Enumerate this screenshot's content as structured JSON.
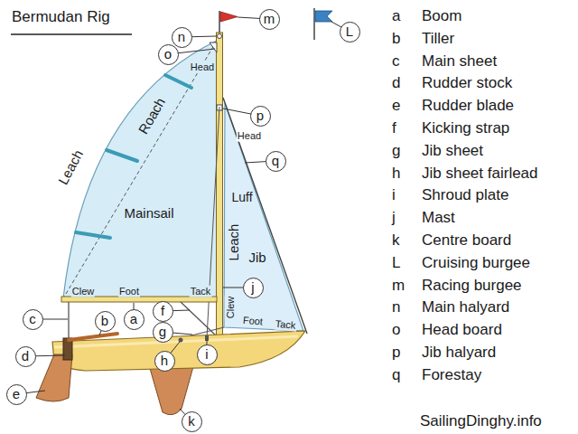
{
  "diagram": {
    "title": "Bermudan Rig",
    "nodes": [
      {
        "text": [
          "n"
        ]
      },
      {
        "text": [
          "m"
        ]
      },
      {
        "text": [
          "L"
        ]
      },
      {
        "text": [
          "o"
        ]
      },
      {
        "text": [
          "p"
        ]
      },
      {
        "text": [
          "q"
        ]
      },
      {
        "text": [
          "j"
        ]
      },
      {
        "text": [
          "c"
        ]
      },
      {
        "text": [
          "a"
        ]
      },
      {
        "text": [
          "b"
        ]
      },
      {
        "text": [
          "f"
        ]
      },
      {
        "text": [
          "g"
        ]
      },
      {
        "text": [
          "d"
        ]
      },
      {
        "text": [
          "i"
        ]
      },
      {
        "text": [
          "h"
        ]
      },
      {
        "text": [
          "e"
        ]
      },
      {
        "text": [
          "k"
        ]
      }
    ],
    "labels": [
      "Head",
      "Leach",
      "Roach",
      "Mainsail",
      "Clew",
      "Foot",
      "Tack",
      "Head",
      "Luff",
      "Leach",
      "Jib",
      "Clew",
      "Foot",
      "Tack",
      "a",
      "Boom",
      "b",
      "Tiller",
      "c",
      "Main sheet",
      "d",
      "Rudder stock",
      "e",
      "Rudder blade",
      "f",
      "Kicking strap",
      "g",
      "Jib sheet",
      "h",
      "Jib sheet fairlead",
      "i",
      "Shroud plate",
      "j",
      "Mast",
      "k",
      "Centre board",
      "L",
      "Cruising burgee",
      "m",
      "Racing burgee",
      "n",
      "Main halyard",
      "o",
      "Head board",
      "p",
      "Jib halyard",
      "q",
      "Forestay",
      "SailingDinghy.info"
    ]
  }
}
